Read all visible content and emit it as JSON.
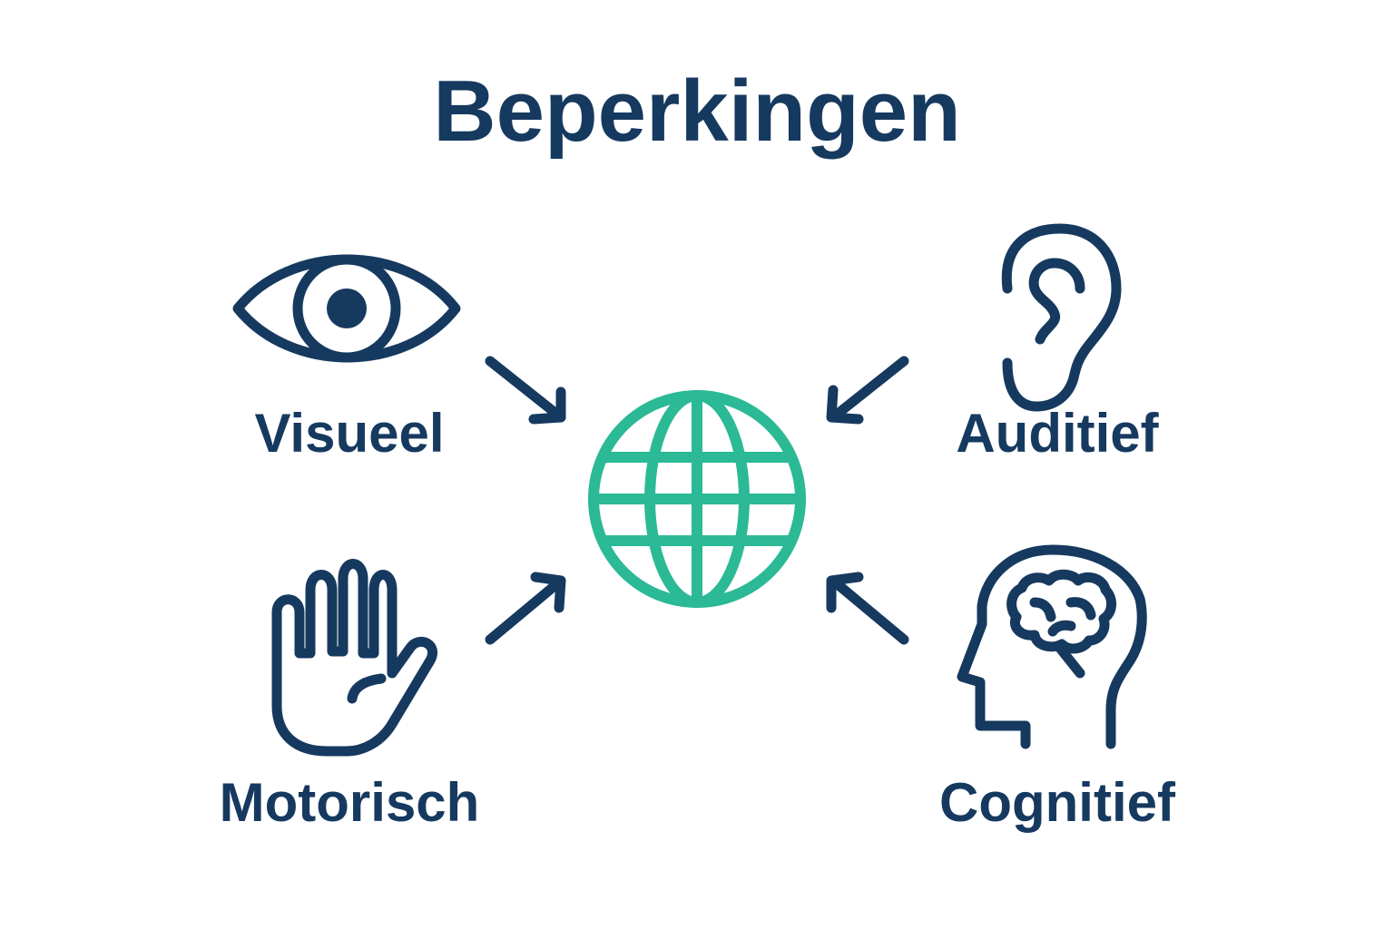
{
  "title": "Beperkingen",
  "center": {
    "icon": "globe-icon"
  },
  "categories": [
    {
      "id": "visual",
      "label": "Visueel",
      "icon": "eye-icon"
    },
    {
      "id": "auditory",
      "label": "Auditief",
      "icon": "ear-icon"
    },
    {
      "id": "motor",
      "label": "Motorisch",
      "icon": "hand-icon"
    },
    {
      "id": "cognitive",
      "label": "Cognitief",
      "icon": "head-brain-icon"
    }
  ],
  "colors": {
    "primary": "#16395f",
    "accent": "#2bb996",
    "background": "#ffffff"
  }
}
